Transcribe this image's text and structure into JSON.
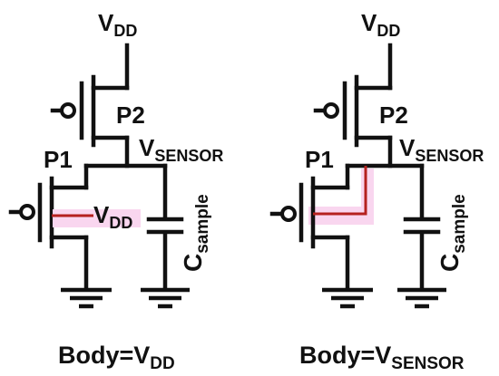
{
  "colors": {
    "wire": "#111111",
    "body_connection": "#b5211f",
    "body_highlight": "#f9d6ef"
  },
  "left_circuit": {
    "supply": {
      "main": "V",
      "sub": "DD"
    },
    "upper_transistor": "P2",
    "lower_transistor": "P1",
    "node": {
      "main": "V",
      "sub": "SENSOR"
    },
    "body_label": {
      "main": "V",
      "sub": "DD"
    },
    "capacitor": {
      "main": "C",
      "sub": "sample"
    },
    "caption": {
      "main": "Body=V",
      "sub": "DD"
    }
  },
  "right_circuit": {
    "supply": {
      "main": "V",
      "sub": "DD"
    },
    "upper_transistor": "P2",
    "lower_transistor": "P1",
    "node": {
      "main": "V",
      "sub": "SENSOR"
    },
    "capacitor": {
      "main": "C",
      "sub": "sample"
    },
    "caption": {
      "main": "Body=V",
      "sub": "SENSOR"
    }
  }
}
